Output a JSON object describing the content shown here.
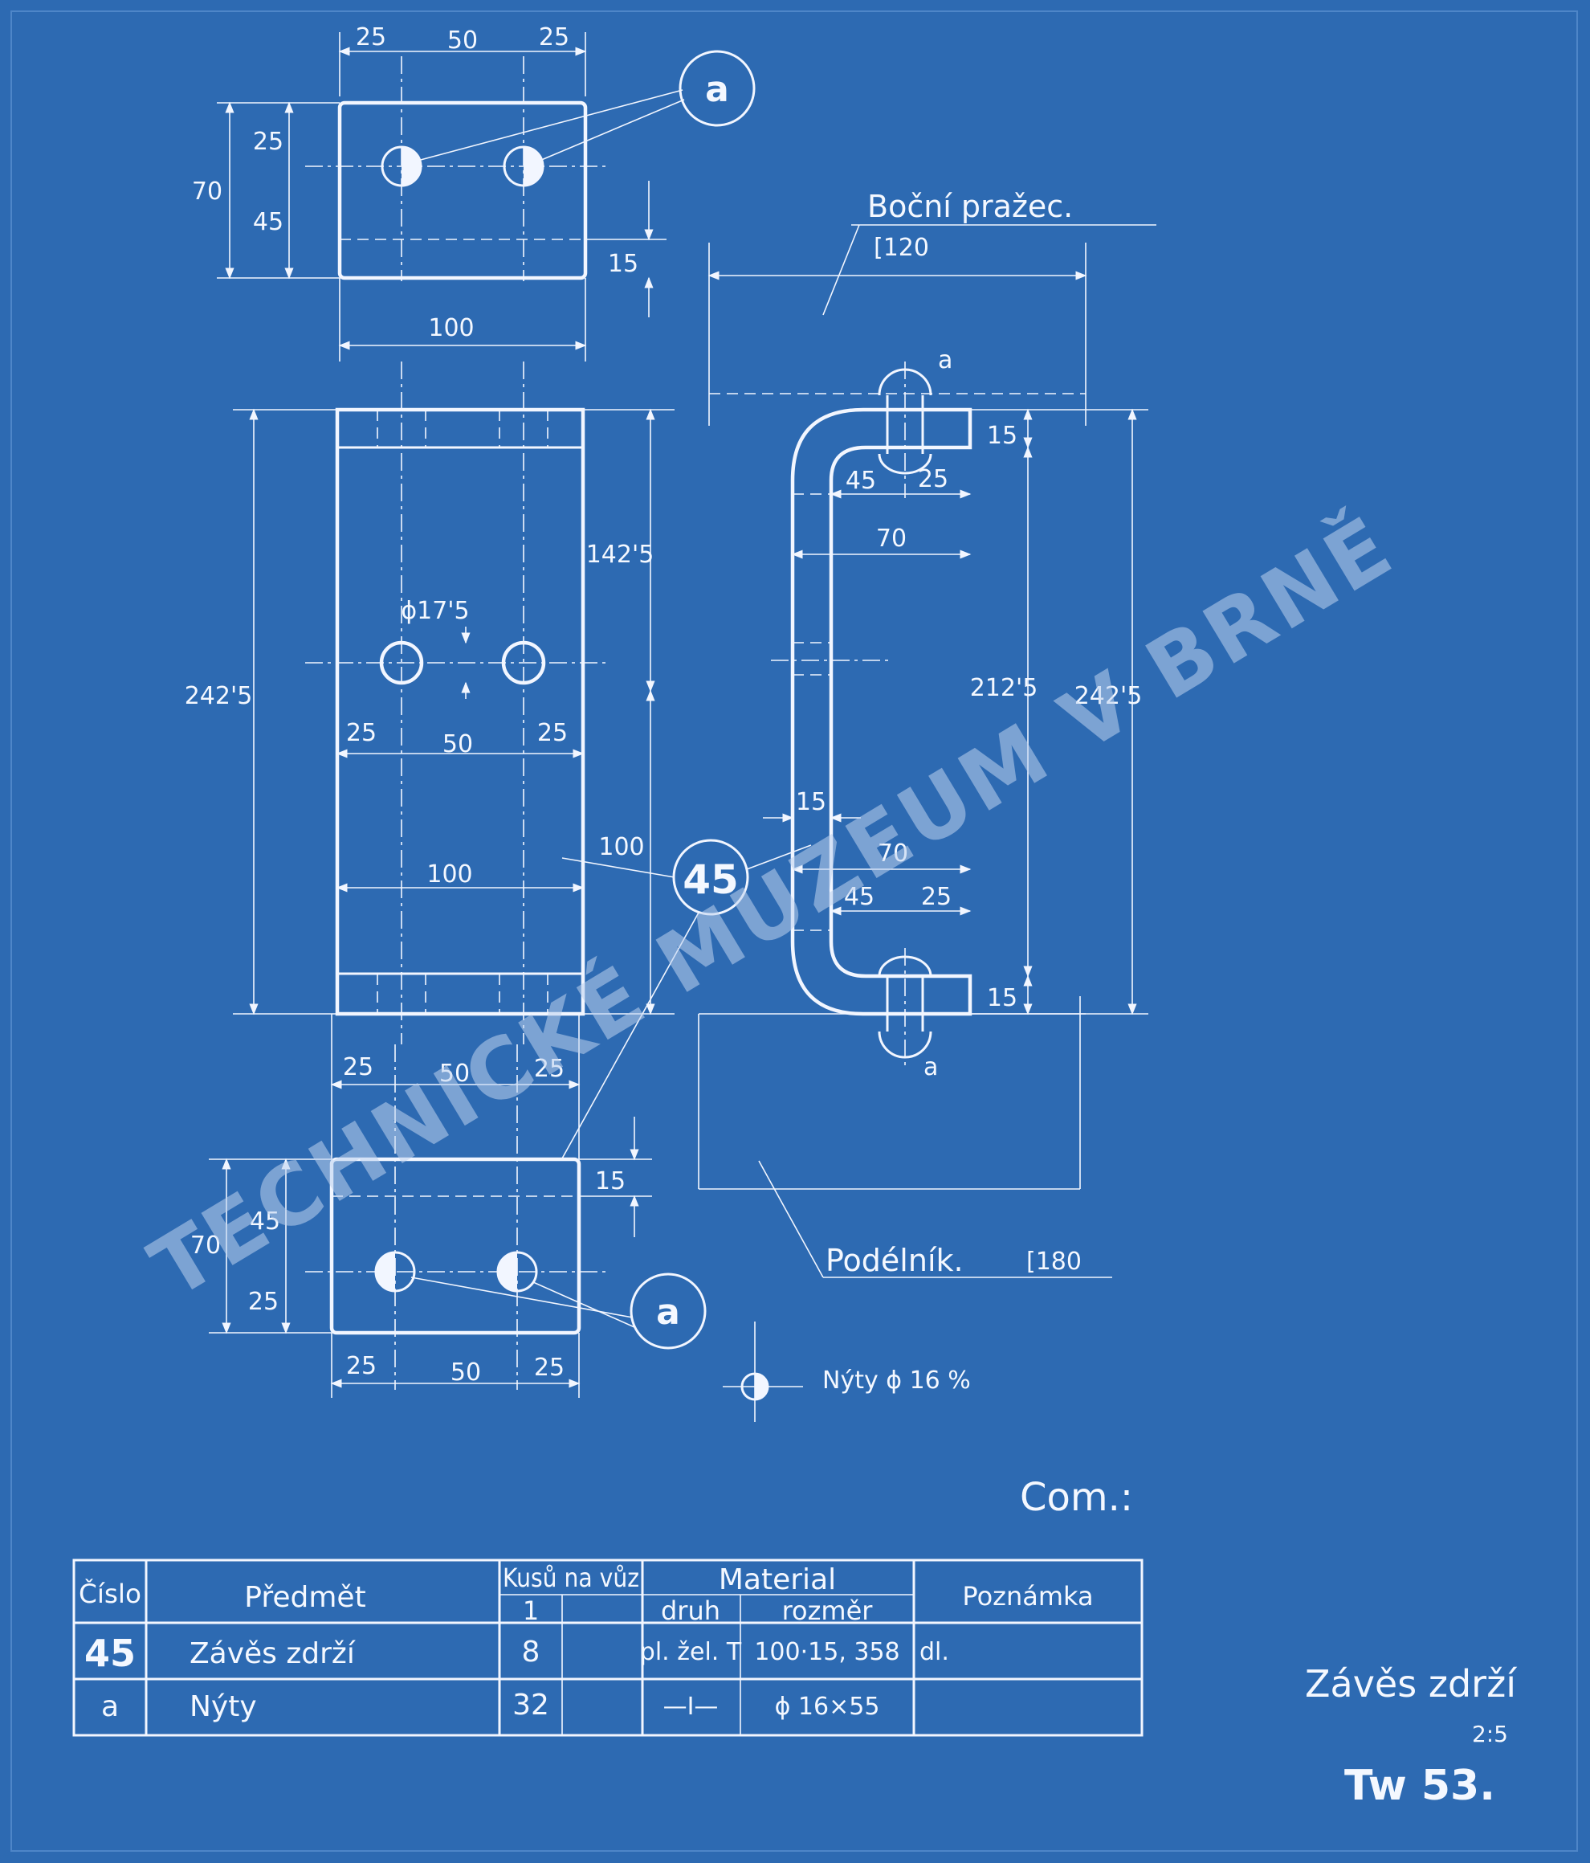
{
  "top_view": {
    "dims_h": [
      "25",
      "50",
      "25"
    ],
    "dims_v": [
      "25",
      "45"
    ],
    "dim_total": "70",
    "dim_side": "15",
    "dim_width": "100"
  },
  "front_view": {
    "dim_total": "242'5",
    "dim_mid": "142'5",
    "dim_lower": "100",
    "hole": "ϕ17'5",
    "dims_h": [
      "25",
      "50",
      "25"
    ],
    "dim_width": "100"
  },
  "bottom_view": {
    "dims_top": [
      "25",
      "50",
      "25"
    ],
    "dim_side": "15",
    "dims_v": [
      "45",
      "25"
    ],
    "dim_total": "70",
    "dims_bottom": [
      "25",
      "50",
      "25"
    ]
  },
  "side_view": {
    "label_top": "Boční pražec.",
    "profile_top": "[120",
    "dim_15_top": "15",
    "dims_top": [
      "45",
      "25"
    ],
    "dim_70_top": "70",
    "dim_212": "212'5",
    "dim_242": "242'5",
    "dim_15_web": "15",
    "dim_70_bottom": "70",
    "dims_bottom": [
      "45",
      "25"
    ],
    "dim_15_bottom": "15",
    "label_bottom": "Podélník.",
    "profile_bottom": "[180",
    "rivet_label": "a"
  },
  "callouts": {
    "part_a": "a",
    "part_45": "45"
  },
  "legend": {
    "rivets": "Nýty ϕ 16 %"
  },
  "com": "Com.:",
  "table": {
    "headers": {
      "number": "Číslo",
      "item": "Předmět",
      "pieces": "Kusů na vůz",
      "pieces_sub": "1",
      "material": "Material",
      "kind": "druh",
      "size": "rozměr",
      "note": "Poznámka"
    },
    "rows": [
      {
        "number": "45",
        "item": "Závěs zdrží",
        "pieces": "8",
        "kind": "pl. žel. T",
        "size": "100·15, 358",
        "note": "dl."
      },
      {
        "number": "a",
        "item": "Nýty",
        "pieces": "32",
        "kind": "—I—",
        "size": "ϕ 16×55",
        "note": ""
      }
    ]
  },
  "title_block": {
    "title": "Závěs zdrží",
    "scale": "2:5",
    "code": "Tw 53."
  },
  "watermark": "TECHNICKÉ MUZEUM V BRNĚ",
  "colors": {
    "paper": "#2d6ab2",
    "lines": "#f2f6ff"
  }
}
